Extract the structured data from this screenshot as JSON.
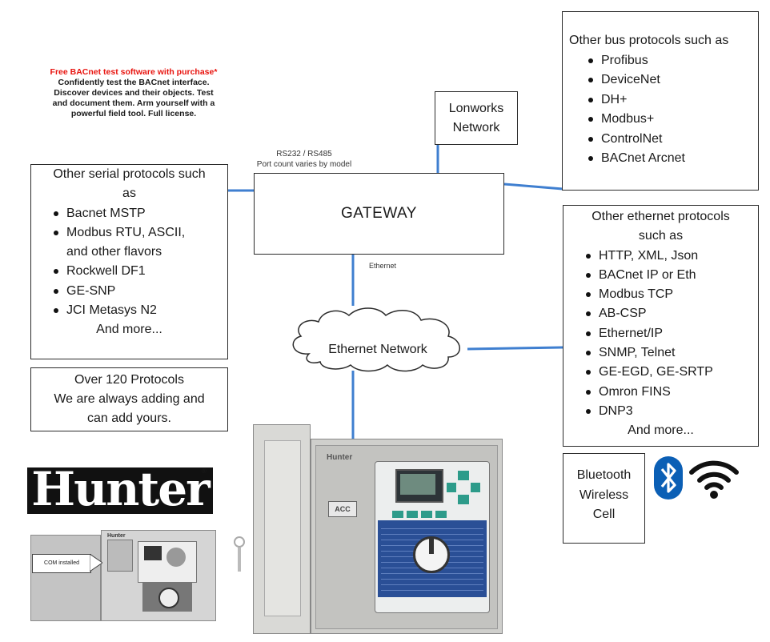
{
  "colors": {
    "connector": "#3f7fd0",
    "promo_red": "#e8130e",
    "text": "#1a1a1a",
    "bluetooth": "#0b5fb5"
  },
  "promo": {
    "title": "Free BACnet test software with purchase*",
    "body": [
      "Confidently test the BACnet interface.",
      "Discover devices and their objects. Test",
      "and document them. Arm yourself with a",
      "powerful field tool. Full license."
    ]
  },
  "lonworks": {
    "line1": "Lonworks",
    "line2": "Network"
  },
  "bus": {
    "heading": "Other bus protocols such as",
    "items": [
      "Profibus",
      "DeviceNet",
      "DH+",
      "Modbus+",
      "ControlNet",
      "BACnet Arcnet"
    ]
  },
  "rs_label": {
    "line1": "RS232 / RS485",
    "line2": "Port count varies by model"
  },
  "serial": {
    "heading1": "Other serial protocols such",
    "heading2": "as",
    "items": [
      "Bacnet MSTP",
      "Modbus RTU, ASCII,",
      "Rockwell DF1",
      "GE-SNP",
      "JCI Metasys N2"
    ],
    "item2_cont": "and other flavors",
    "more": "And more..."
  },
  "gateway": {
    "label": "GATEWAY"
  },
  "ethernet_label": "Ethernet",
  "cloud": {
    "label": "Ethernet Network"
  },
  "eth_protocols": {
    "heading1": "Other ethernet protocols",
    "heading2": "such as",
    "items": [
      "HTTP, XML, Json",
      "BACnet IP or Eth",
      "Modbus TCP",
      "AB-CSP",
      "Ethernet/IP",
      "SNMP, Telnet",
      "GE-EGD, GE-SRTP",
      "Omron FINS",
      "DNP3"
    ],
    "more": "And more..."
  },
  "count_box": {
    "lines": [
      "Over 120 Protocols",
      "We are always adding and",
      "can add yours."
    ]
  },
  "wireless": {
    "lines": [
      "Bluetooth",
      "Wireless",
      "Cell"
    ]
  },
  "icons": {
    "bluetooth": "bluetooth-icon",
    "wifi": "wifi-icon"
  },
  "brand": {
    "logo": "Hunter",
    "small_logo": "Hunter",
    "acc_badge": "ACC"
  },
  "small_controller": {
    "com_label": "COM installed"
  }
}
